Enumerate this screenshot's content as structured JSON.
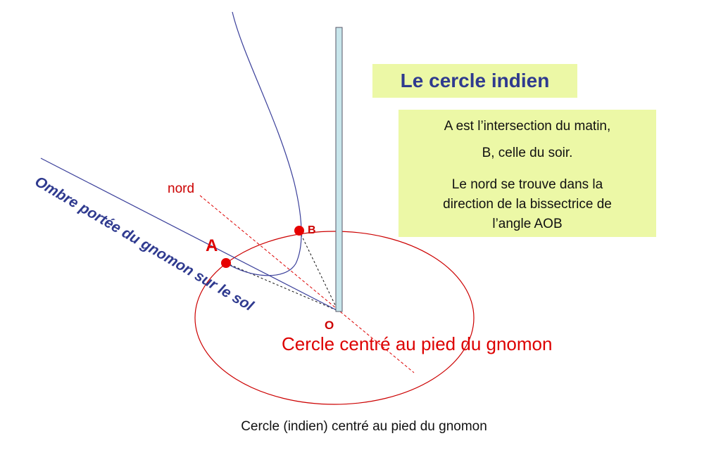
{
  "title": "Le cercle indien",
  "note": {
    "line1": "A est l’intersection du matin,",
    "line2": "B, celle du soir.",
    "line3": "Le nord se trouve dans la",
    "line4": "direction de la bissectrice de",
    "line5": "l’angle AOB"
  },
  "labels": {
    "nord": "nord",
    "point_a": "A",
    "point_b": "B",
    "point_o": "O",
    "shadow": "Ombre portée du gnomon sur le sol",
    "circle": "Cercle centré au pied du gnomon"
  },
  "caption": "Cercle (indien) centré au pied du gnomon",
  "colors": {
    "circle": "#cc0000",
    "points": "#e60000",
    "curve": "#3a3f9a",
    "gnomon": "#c8e6ec",
    "box": "#ecf8a6",
    "title": "#2f3a8f"
  }
}
